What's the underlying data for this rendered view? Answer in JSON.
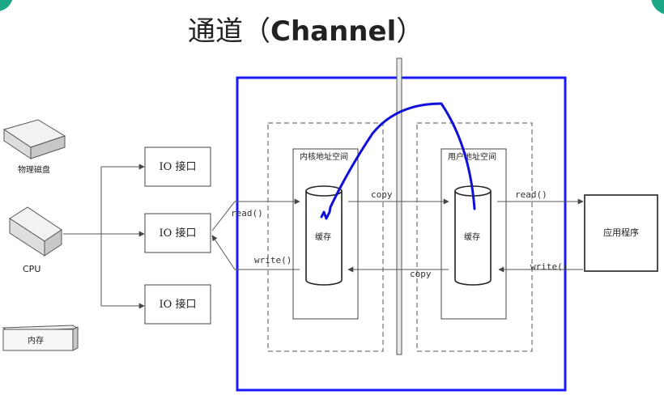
{
  "title": {
    "prefix": "通道（",
    "bold": "Channel",
    "suffix": "）"
  },
  "devices": {
    "disk": "物理磁盘",
    "cpu": "CPU",
    "memory": "内存"
  },
  "io_ports": [
    "IO 接口",
    "IO 接口",
    "IO 接口"
  ],
  "kernel_space": {
    "label": "内核地址空间",
    "buffer": "缓存"
  },
  "user_space": {
    "label": "用户地址空间",
    "buffer": "缓存"
  },
  "application": "应用程序",
  "arrows": {
    "read_left": "read()",
    "write_left": "write()",
    "copy_top": "copy",
    "copy_bottom": "copy",
    "read_right": "read()",
    "write_right": "write()"
  },
  "colors": {
    "channel_border": "#1a1aff",
    "annotation": "#1010d8",
    "accent_teal": "#1aa887"
  }
}
